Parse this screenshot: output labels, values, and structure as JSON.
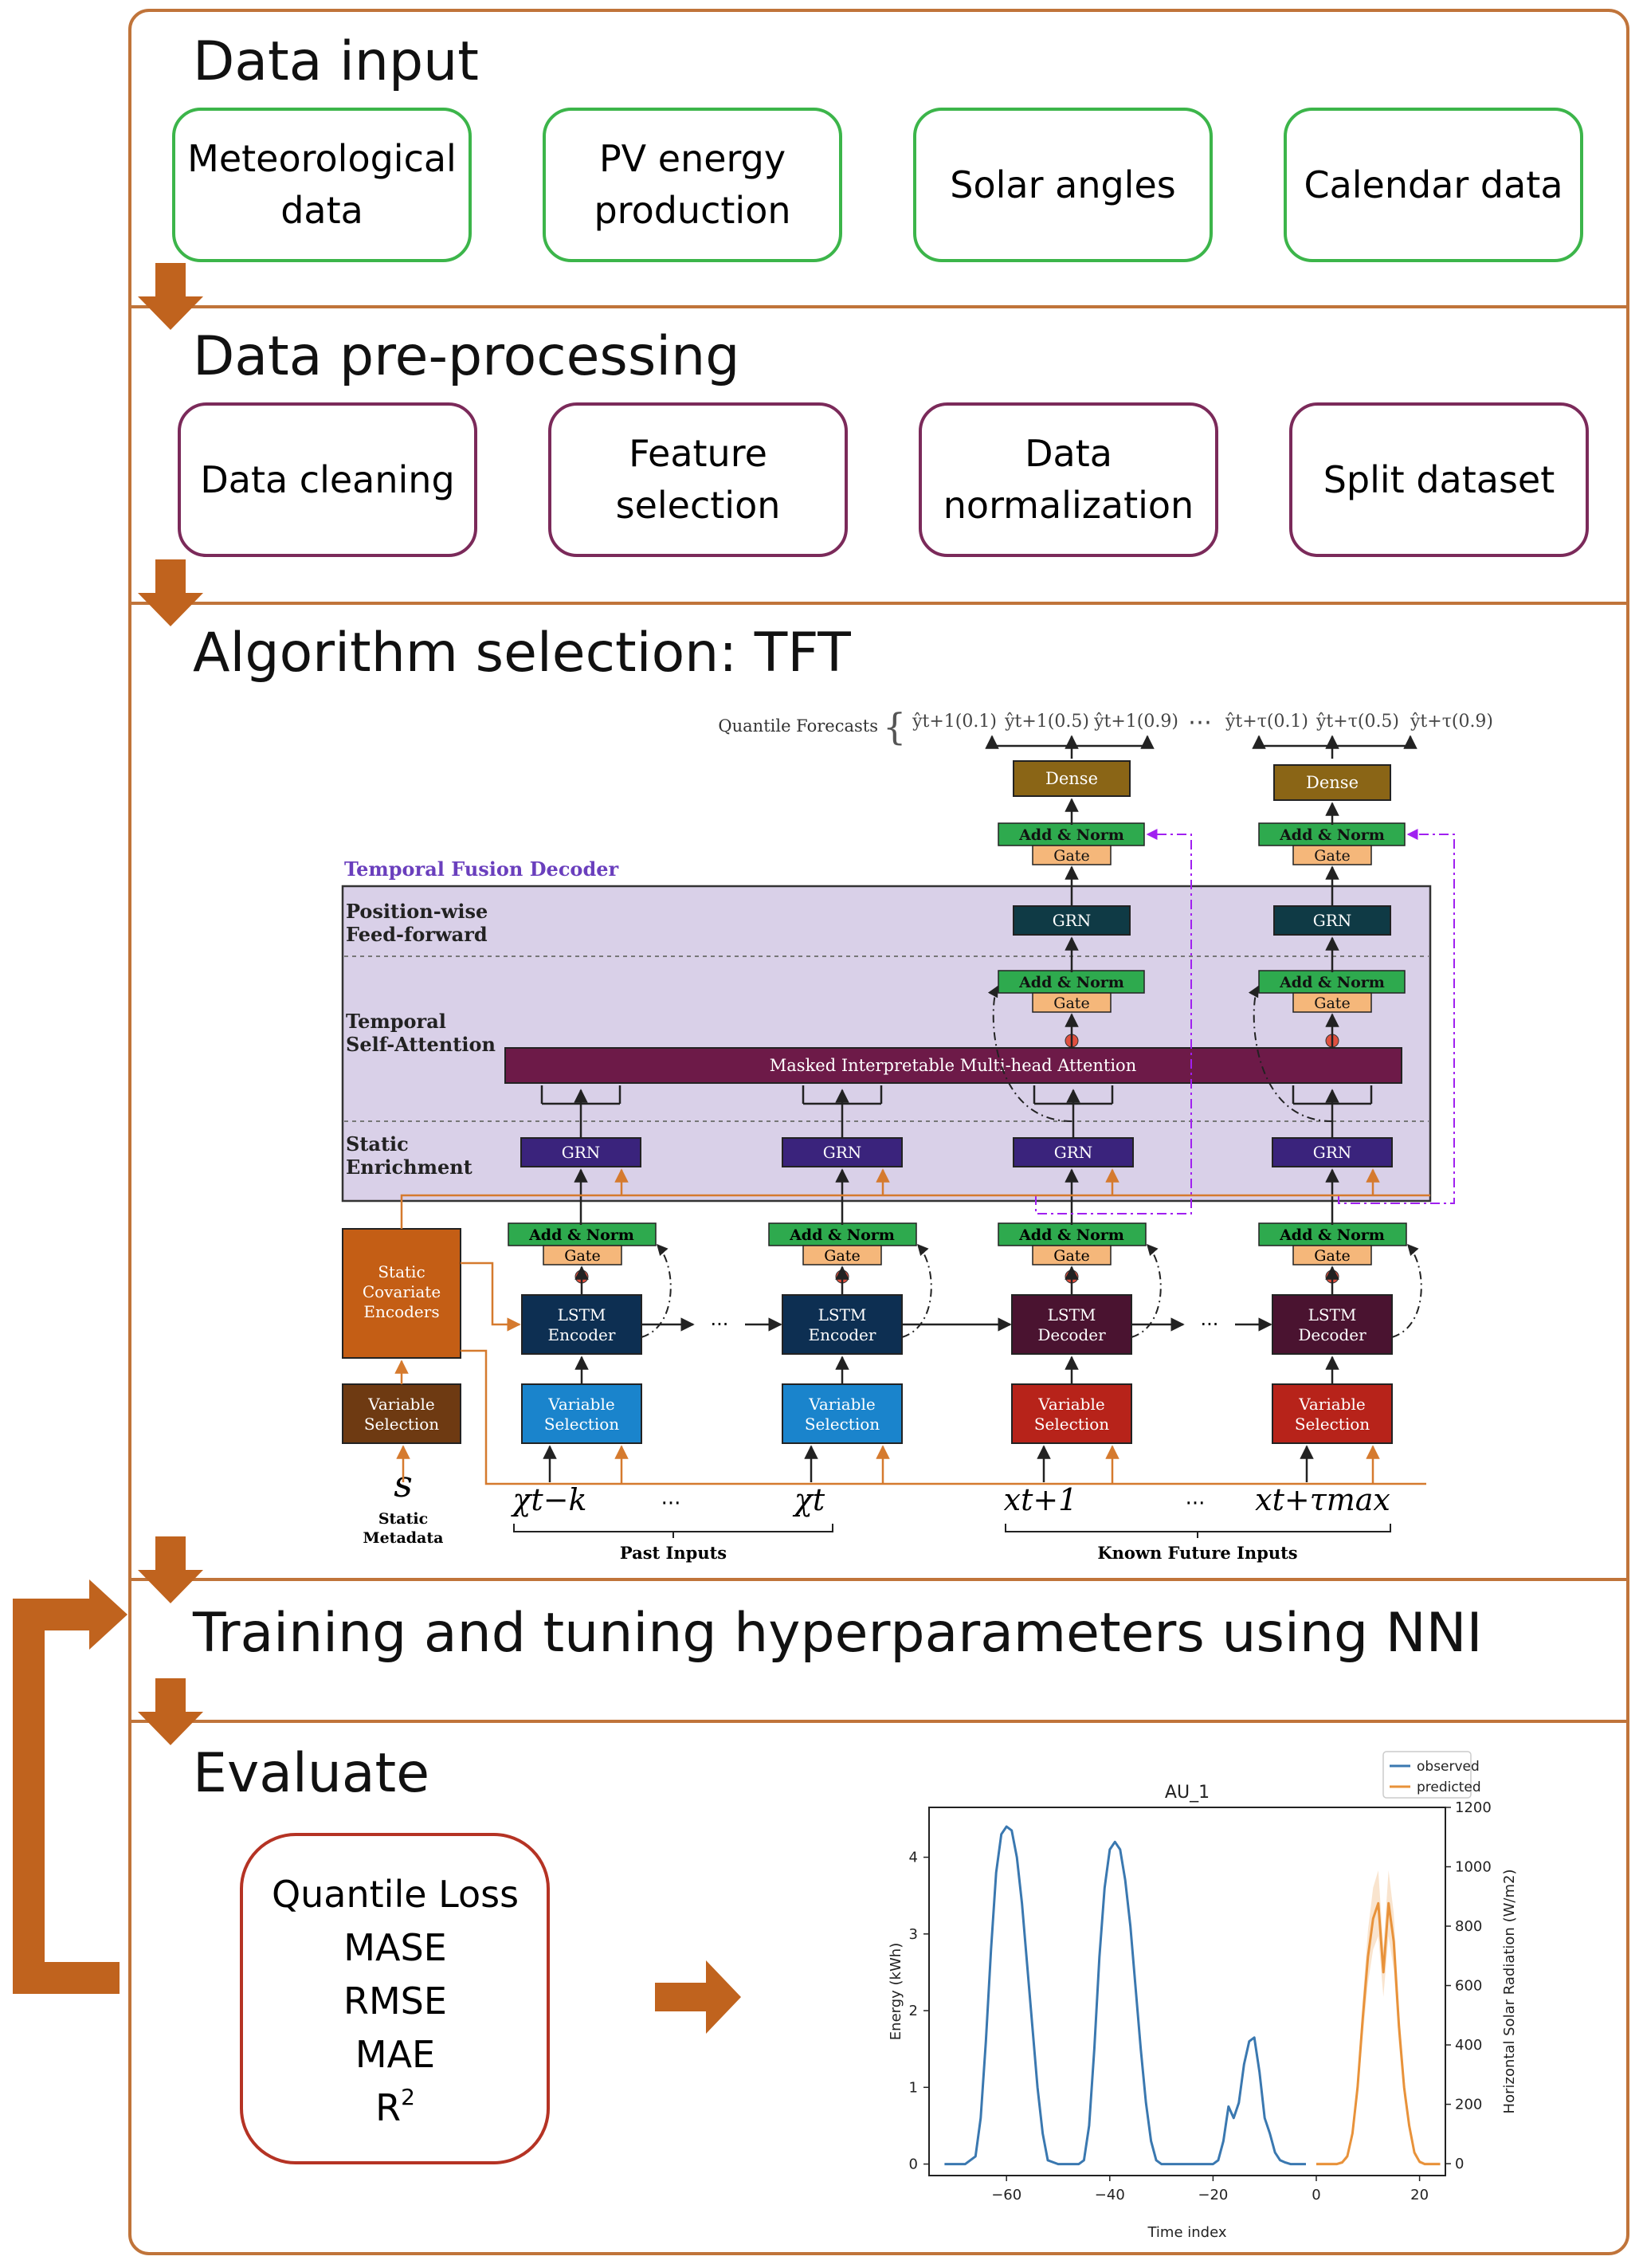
{
  "sections": {
    "input": {
      "title": "Data input",
      "boxes": [
        {
          "line1": "Meteorological",
          "line2": "data"
        },
        {
          "line1": "PV energy",
          "line2": "production"
        },
        {
          "line1": "Solar angles",
          "line2": ""
        },
        {
          "line1": "Calendar data",
          "line2": ""
        }
      ]
    },
    "preprocessing": {
      "title": "Data pre-processing",
      "boxes": [
        {
          "line1": "Data cleaning",
          "line2": ""
        },
        {
          "line1": "Feature",
          "line2": "selection"
        },
        {
          "line1": "Data",
          "line2": "normalization"
        },
        {
          "line1": "Split dataset",
          "line2": ""
        }
      ]
    },
    "algorithm": {
      "title": "Algorithm selection: TFT"
    },
    "training": {
      "title": "Training and tuning hyperparameters using NNI"
    },
    "evaluate": {
      "title": "Evaluate",
      "metrics": [
        "Quantile Loss",
        "MASE",
        "RMSE",
        "MAE",
        "R"
      ],
      "r_superscript": "2"
    }
  },
  "tft": {
    "quantile_forecasts_label": "Quantile Forecasts",
    "quantiles_left": [
      "ŷt+1(0.1)",
      "ŷt+1(0.5)",
      "ŷt+1(0.9)"
    ],
    "quantiles_right": [
      "ŷt+τ(0.1)",
      "ŷt+τ(0.5)",
      "ŷt+τ(0.9)"
    ],
    "ellipsis": "⋯",
    "decoder_label": "Temporal Fusion Decoder",
    "layer_ff": [
      "Position-wise",
      "Feed-forward"
    ],
    "layer_attn": [
      "Temporal",
      "Self-Attention"
    ],
    "layer_enrich": [
      "Static",
      "Enrichment"
    ],
    "dense": "Dense",
    "add_norm": "Add & Norm",
    "gate": "Gate",
    "grn": "GRN",
    "attention": "Masked Interpretable Multi-head Attention",
    "static_cov": [
      "Static",
      "Covariate",
      "Encoders"
    ],
    "lstm_encoder": [
      "LSTM",
      "Encoder"
    ],
    "lstm_decoder": [
      "LSTM",
      "Decoder"
    ],
    "variable_selection": [
      "Variable",
      "Selection"
    ],
    "static_symbol": "s",
    "static_metadata": [
      "Static",
      "Metadata"
    ],
    "input_symbols": [
      "χt−k",
      "χt",
      "xt+1",
      "xt+τmax"
    ],
    "past_inputs": "Past Inputs",
    "known_future_inputs": "Known Future Inputs",
    "dots": "···"
  },
  "chart_data": {
    "type": "line",
    "title": "AU_1",
    "xlabel": "Time index",
    "ylabel": "Energy (kWh)",
    "y2label": "Horizontal Solar Radiation (W/m2)",
    "xlim": [
      -75,
      25
    ],
    "ylim": [
      -0.15,
      4.65
    ],
    "y2lim": [
      -40,
      1200
    ],
    "xticks": [
      -60,
      -40,
      -20,
      0,
      20
    ],
    "yticks": [
      0,
      1,
      2,
      3,
      4
    ],
    "y2ticks": [
      0,
      200,
      400,
      600,
      800,
      1000,
      1200
    ],
    "legend_position": "top-right",
    "series": [
      {
        "name": "observed",
        "color": "#3a78b0",
        "x": [
          -72,
          -68,
          -66,
          -65,
          -64,
          -63,
          -62,
          -61,
          -60,
          -59,
          -58,
          -57,
          -56,
          -55,
          -54,
          -53,
          -52,
          -50,
          -46,
          -45,
          -44,
          -43,
          -42,
          -41,
          -40,
          -39,
          -38,
          -37,
          -36,
          -35,
          -34,
          -33,
          -32,
          -31,
          -30,
          -29,
          -28,
          -24,
          -20,
          -19,
          -18,
          -17,
          -16,
          -15,
          -14,
          -13,
          -12,
          -11,
          -10,
          -9,
          -8,
          -7,
          -6,
          -5,
          -2
        ],
        "y": [
          0,
          0,
          0.1,
          0.6,
          1.6,
          2.8,
          3.8,
          4.3,
          4.4,
          4.35,
          4.0,
          3.4,
          2.6,
          1.8,
          1.0,
          0.4,
          0.05,
          0,
          0,
          0.05,
          0.5,
          1.5,
          2.7,
          3.6,
          4.1,
          4.2,
          4.1,
          3.7,
          3.1,
          2.3,
          1.5,
          0.8,
          0.3,
          0.05,
          0,
          0,
          0,
          0,
          0,
          0.05,
          0.3,
          0.75,
          0.6,
          0.8,
          1.3,
          1.6,
          1.65,
          1.2,
          0.6,
          0.4,
          0.15,
          0.05,
          0.02,
          0,
          0
        ]
      },
      {
        "name": "predicted",
        "color": "#e8923a",
        "x": [
          0,
          4,
          5,
          6,
          7,
          8,
          9,
          10,
          11,
          12,
          13,
          14,
          15,
          16,
          17,
          18,
          19,
          20,
          21,
          22,
          24
        ],
        "y": [
          0,
          0,
          0.02,
          0.1,
          0.4,
          1.0,
          1.9,
          2.7,
          3.2,
          3.4,
          2.5,
          3.4,
          2.9,
          1.8,
          1.0,
          0.5,
          0.15,
          0.03,
          0,
          0,
          0
        ]
      }
    ]
  }
}
